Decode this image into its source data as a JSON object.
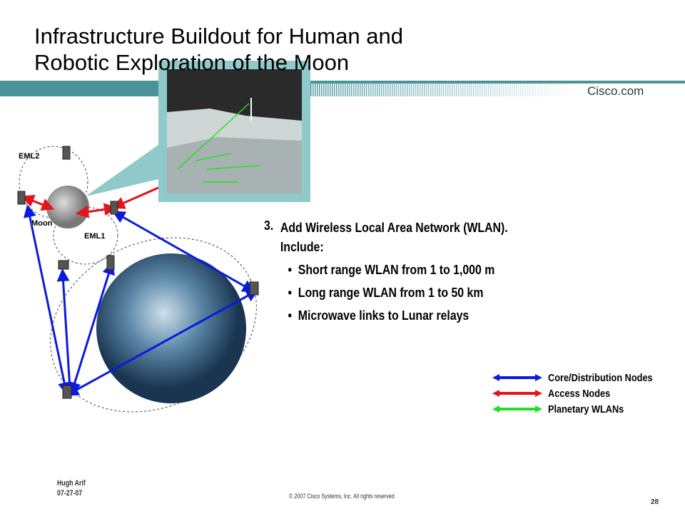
{
  "header": {
    "title_line1": "Infrastructure Buildout for Human and",
    "title_line2": "Robotic Exploration of the  Moon",
    "brand": "Cisco.com"
  },
  "diagram": {
    "labels": {
      "eml2": "EML2",
      "moon": "Moon",
      "eml1": "EML1"
    }
  },
  "content": {
    "step_number": "3.",
    "step_text_line1": "Add Wireless Local Area Network (WLAN).",
    "step_text_line2": "Include:",
    "bullets": [
      "Short range WLAN from 1 to 1,000 m",
      "Long range WLAN from 1 to 50 km",
      "Microwave links to Lunar relays"
    ]
  },
  "legend": [
    {
      "label": "Core/Distribution Nodes",
      "color": "#0a1adf"
    },
    {
      "label": "Access Nodes",
      "color": "#e3141b"
    },
    {
      "label": "Planetary WLANs",
      "color": "#22e022"
    }
  ],
  "footer": {
    "author": "Hugh Arif",
    "date": "07-27-07",
    "copyright": "© 2007 Cisco Systems, Inc. All rights reserved",
    "page": "28"
  }
}
